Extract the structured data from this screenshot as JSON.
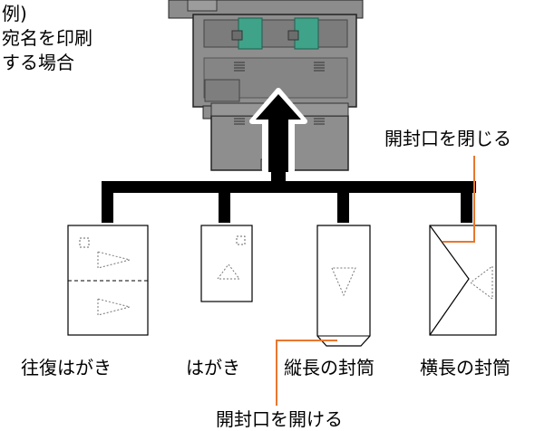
{
  "example": {
    "line1": "例)",
    "line2": "宛名を印刷",
    "line3": "する場合"
  },
  "callouts": {
    "close_flap": "開封口を閉じる",
    "open_flap": "開封口を開ける"
  },
  "papers": [
    {
      "label": "往復はがき",
      "icon": "return-postcard-icon"
    },
    {
      "label": "はがき",
      "icon": "postcard-icon"
    },
    {
      "label": "縦長の封筒",
      "icon": "portrait-envelope-icon"
    },
    {
      "label": "横長の封筒",
      "icon": "landscape-envelope-icon"
    }
  ],
  "colors": {
    "printer_body": "#888888",
    "paper_guide": "#3fa38a",
    "callout_line": "#e8772e",
    "connector": "#000000"
  }
}
